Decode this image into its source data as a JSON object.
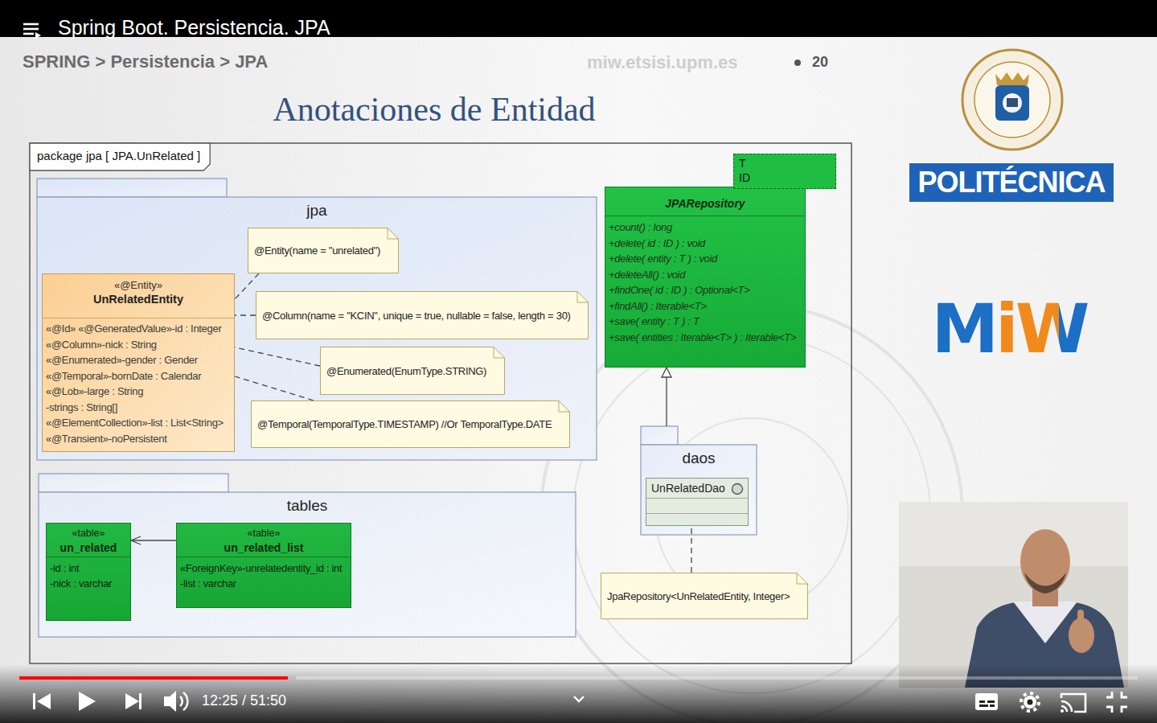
{
  "diagram": {
    "title": "Anotaciones de Entidad",
    "nodes": [
      {
        "text": [
          "package jpa [ JPA.UnRelated ]"
        ]
      },
      {
        "text": [
          "jpa"
        ],
        "in": 0
      },
      {
        "text": [
          "«@Entity»",
          "UnRelatedEntity",
          "«@Id» «@GeneratedValue»-id : Integer",
          "«@Column»-nick : String",
          "«@Enumerated»-gender : Gender",
          "«@Temporal»-bornDate : Calendar",
          "«@Lob»-large : String",
          "-strings : String[]",
          "«@ElementCollection»-list : List<String>",
          "«@Transient»-noPersistent"
        ],
        "in": 1
      },
      {
        "text": [
          "@Entity(name = \"unrelated\")"
        ],
        "in": 1
      },
      {
        "text": [
          "@Column(name = \"KCIN\", unique = true, nullable = false, length = 30)"
        ],
        "in": 1
      },
      {
        "text": [
          "@Enumerated(EnumType.STRING)"
        ],
        "in": 1
      },
      {
        "text": [
          "@Temporal(TemporalType.TIMESTAMP) //Or TemporalType.DATE"
        ],
        "in": 1
      },
      {
        "text": [
          "T",
          "ID"
        ],
        "in": 0
      },
      {
        "text": [
          "JPARepository",
          "+count() : long",
          "+delete( id : ID ) : void",
          "+delete( entity : T ) : void",
          "+deleteAll() : void",
          "+findOne( id : ID ) : Optional<T>",
          "+findAll() : Iterable<T>",
          "+save( entity : T ) : T",
          "+save( entities : Iterable<T> ) : Iterable<T>"
        ],
        "in": 0
      },
      {
        "text": [
          "daos"
        ],
        "in": 0
      },
      {
        "text": [
          "UnRelatedDao"
        ],
        "in": 9
      },
      {
        "text": [
          "JpaRepository<UnRelatedEntity, Integer>"
        ],
        "in": 0
      },
      {
        "text": [
          "tables"
        ],
        "in": 0
      },
      {
        "text": [
          "«table»",
          "un_related",
          "-id : int",
          "-nick : varchar"
        ],
        "in": 12
      },
      {
        "text": [
          "«table»",
          "un_related_list",
          "«ForeignKey»-unrelatedentity_id : int",
          "-list : varchar"
        ],
        "in": 12
      }
    ],
    "edges": [
      {
        "from": 3,
        "to": 2,
        "arrow": "none"
      },
      {
        "from": 4,
        "to": 2,
        "arrow": "none"
      },
      {
        "from": 5,
        "to": 2,
        "arrow": "none"
      },
      {
        "from": 6,
        "to": 2,
        "arrow": "none"
      },
      {
        "from": 9,
        "to": 8,
        "arrow": "to"
      },
      {
        "from": 11,
        "to": 10,
        "arrow": "none"
      },
      {
        "from": 14,
        "to": 13,
        "arrow": "to"
      }
    ],
    "labels": [
      "Spring Boot. Persistencia. JPA",
      "SPRING > Persistencia > JPA",
      "miw.etsisi.upm.es",
      "20",
      "POLITÉCNICA",
      "MiW",
      "12:25 / 51:50"
    ]
  }
}
